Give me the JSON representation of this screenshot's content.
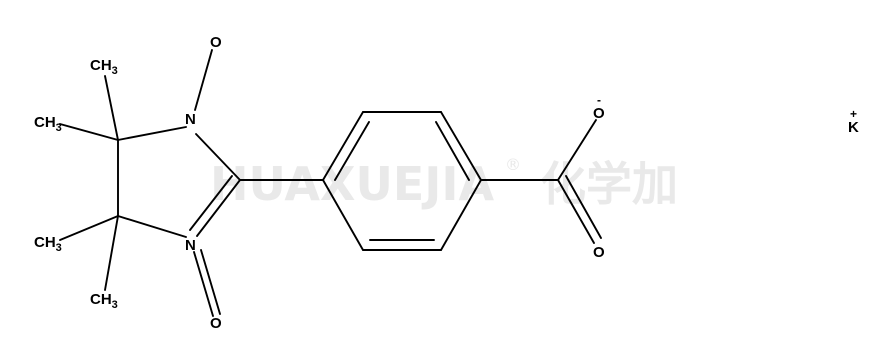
{
  "watermark": {
    "brand": "HUAXUEJIA",
    "registered": "®",
    "chinese": "化学加"
  },
  "atoms": {
    "methyl_1": {
      "element": "CH",
      "subscript": "3"
    },
    "methyl_2": {
      "element": "CH",
      "subscript": "3"
    },
    "methyl_3": {
      "element": "CH",
      "subscript": "3"
    },
    "methyl_4": {
      "element": "CH",
      "subscript": "3"
    },
    "n1": "N",
    "n3": "N",
    "o_n1": "O",
    "o_n3": "O",
    "o_carboxylate": "O",
    "o_carboxylate_charge": "-",
    "o_carbonyl": "O",
    "potassium": "K",
    "potassium_charge": "+"
  }
}
